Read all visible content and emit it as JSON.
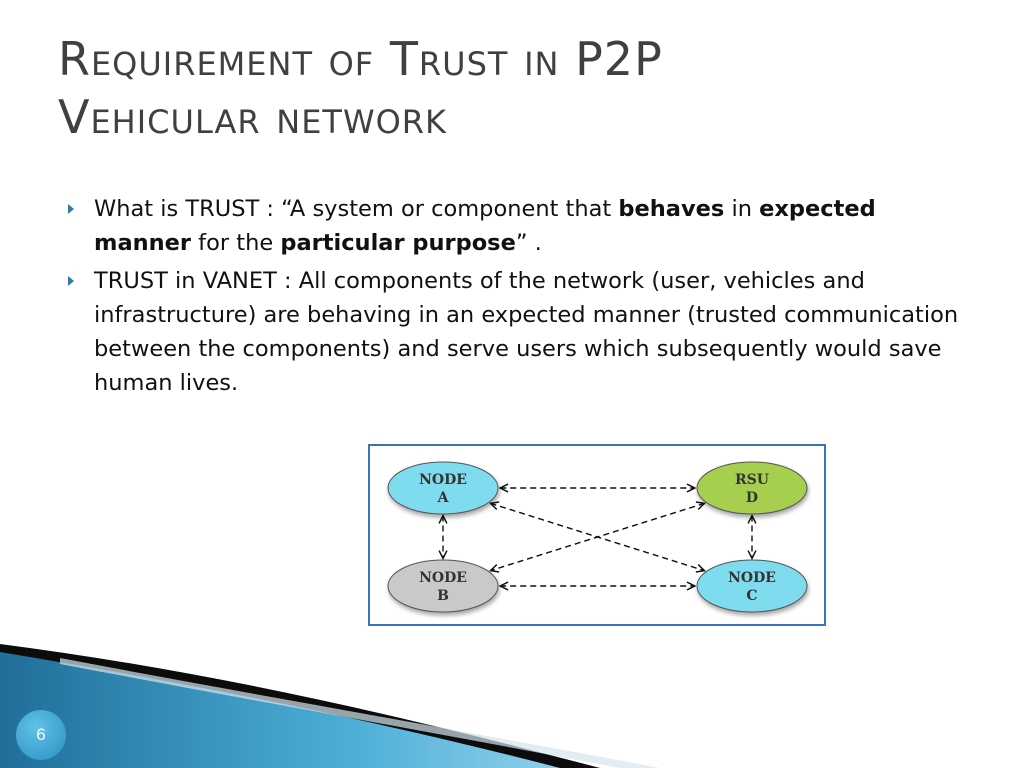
{
  "slide": {
    "title_line1": "Requirement of Trust in P2P",
    "title_line2": "Vehicular network",
    "page_number": "6"
  },
  "bullets": [
    {
      "parts": [
        {
          "text": "What is TRUST :  “A system or component that ",
          "bold": false
        },
        {
          "text": "behaves",
          "bold": true
        },
        {
          "text": " in ",
          "bold": false
        },
        {
          "text": "expected manner",
          "bold": true
        },
        {
          "text": " for the ",
          "bold": false
        },
        {
          "text": "particular purpose",
          "bold": true
        },
        {
          "text": "” .",
          "bold": false
        }
      ]
    },
    {
      "parts": [
        {
          "text": "TRUST  in VANET : All components of the network (user, vehicles and infrastructure) are behaving in an expected manner (trusted communication between the components) and serve users which subsequently would save human lives.",
          "bold": false
        }
      ]
    }
  ],
  "diagram": {
    "nodes": [
      {
        "id": "node-a",
        "line1": "NODE",
        "line2": "A",
        "fill": "#7fdcef"
      },
      {
        "id": "rsu-d",
        "line1": "RSU",
        "line2": "D",
        "fill": "#a6cf4f"
      },
      {
        "id": "node-b",
        "line1": "NODE",
        "line2": "B",
        "fill": "#c9c9c9"
      },
      {
        "id": "node-c",
        "line1": "NODE",
        "line2": "C",
        "fill": "#7fdcef"
      }
    ],
    "edges": [
      {
        "from": "node-a",
        "to": "rsu-d"
      },
      {
        "from": "node-a",
        "to": "node-b"
      },
      {
        "from": "node-a",
        "to": "node-c"
      },
      {
        "from": "rsu-d",
        "to": "node-b"
      },
      {
        "from": "rsu-d",
        "to": "node-c"
      },
      {
        "from": "node-b",
        "to": "node-c"
      }
    ],
    "border_color": "#3b73b3"
  },
  "theme": {
    "accent": "#2a7fa8"
  }
}
